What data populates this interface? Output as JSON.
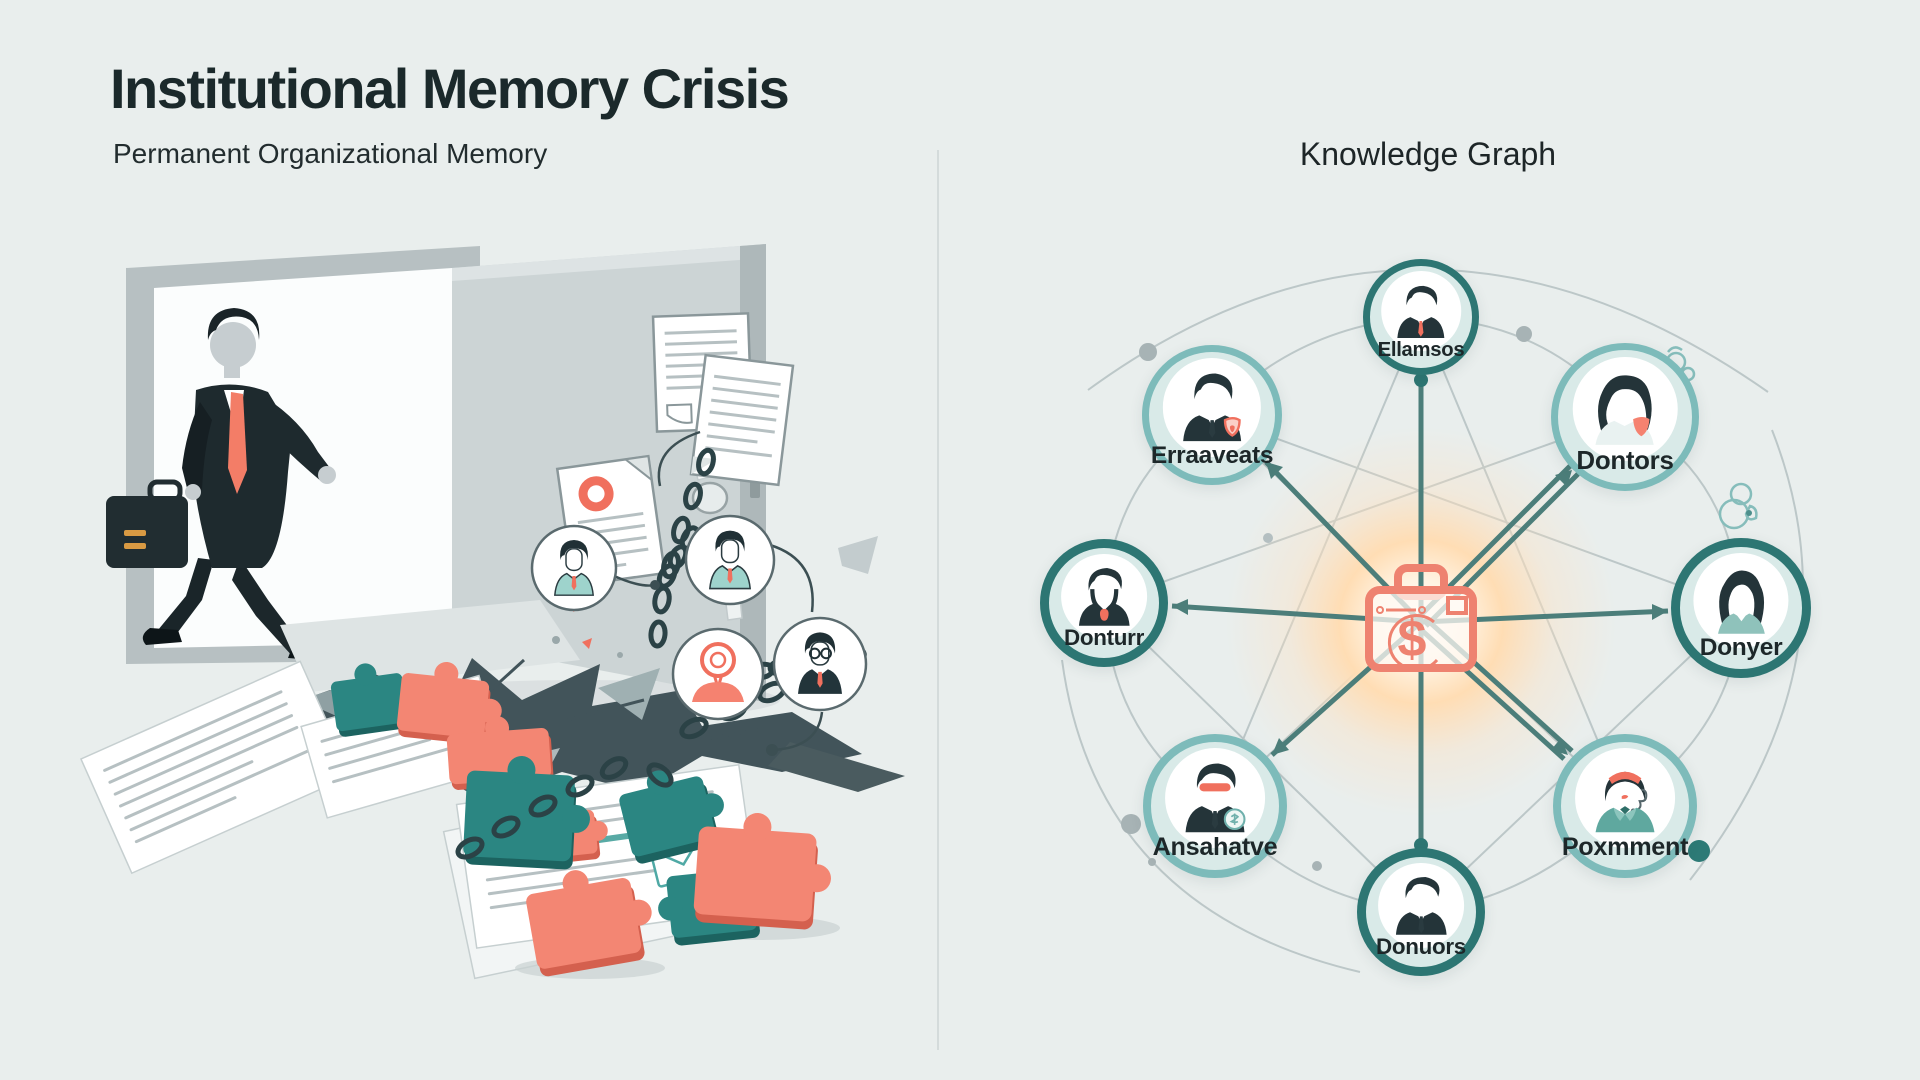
{
  "header": {
    "title": "Institutional Memory Crisis",
    "subtitle": "Permanent Organizational Memory"
  },
  "left_scene": {
    "name": "employee-leaving-illustration",
    "elements": [
      "open-door",
      "businessman-with-briefcase",
      "falling-documents",
      "broken-chain",
      "scattered-papers",
      "broken-puzzle-pieces",
      "cracked-floor",
      "profile-badges",
      "idea-person-badge"
    ]
  },
  "knowledge_graph": {
    "heading": "Knowledge Graph",
    "center": {
      "icon": "briefcase-dollar-icon",
      "symbol": "$"
    },
    "nodes": [
      {
        "label": "Ellamsos",
        "position": "top",
        "avatar": "male-professional"
      },
      {
        "label": "Erraaveats",
        "position": "upper-left",
        "avatar": "male-professional-shield"
      },
      {
        "label": "Dontors",
        "position": "upper-right",
        "avatar": "female-long-hair-shield"
      },
      {
        "label": "Donturr",
        "position": "left",
        "avatar": "male-beard"
      },
      {
        "label": "Donyer",
        "position": "right",
        "avatar": "female-bob"
      },
      {
        "label": "Ansahatve",
        "position": "lower-left",
        "avatar": "male-visor-money"
      },
      {
        "label": "Poxmment",
        "position": "lower-right",
        "avatar": "female-headset"
      },
      {
        "label": "Donuors",
        "position": "bottom",
        "avatar": "male-professional-dark-tie"
      }
    ]
  },
  "colors": {
    "background": "#e9eeed",
    "heading_dark": "#1b292b",
    "teal": "#2b8682",
    "teal_dark": "#1c6360",
    "coral": "#f38673",
    "coral_dark": "#d4604e",
    "node_fill": "#d9eae8",
    "node_border_dark": "#2d7673",
    "node_border_light": "#7dbbba",
    "web_line": "#bcc7c8",
    "spoke": "#4c7e7a",
    "chain": "#2b4246",
    "glow": "#ffe0bd"
  }
}
